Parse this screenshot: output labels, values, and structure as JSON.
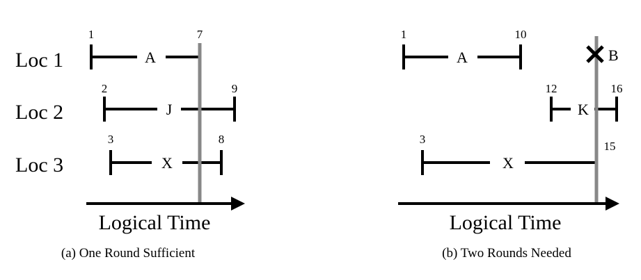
{
  "panel_a": {
    "locations": [
      "Loc 1",
      "Loc 2",
      "Loc 3"
    ],
    "intervals": [
      {
        "label": "A",
        "start": "1",
        "end": "7"
      },
      {
        "label": "J",
        "start": "2",
        "end": "9"
      },
      {
        "label": "X",
        "start": "3",
        "end": "8"
      }
    ],
    "axis_label": "Logical Time",
    "caption": "(a) One Round Sufficient"
  },
  "panel_b": {
    "intervals": [
      {
        "label": "A",
        "start": "1",
        "end": "10"
      },
      {
        "label": "K",
        "start": "12",
        "end": "16"
      },
      {
        "label": "X",
        "start": "3",
        "end": "15"
      }
    ],
    "marker": {
      "label": "B"
    },
    "axis_label": "Logical Time",
    "caption": "(b) Two Rounds Needed"
  },
  "colors": {
    "line": "#000000",
    "cut_line": "#888888"
  }
}
